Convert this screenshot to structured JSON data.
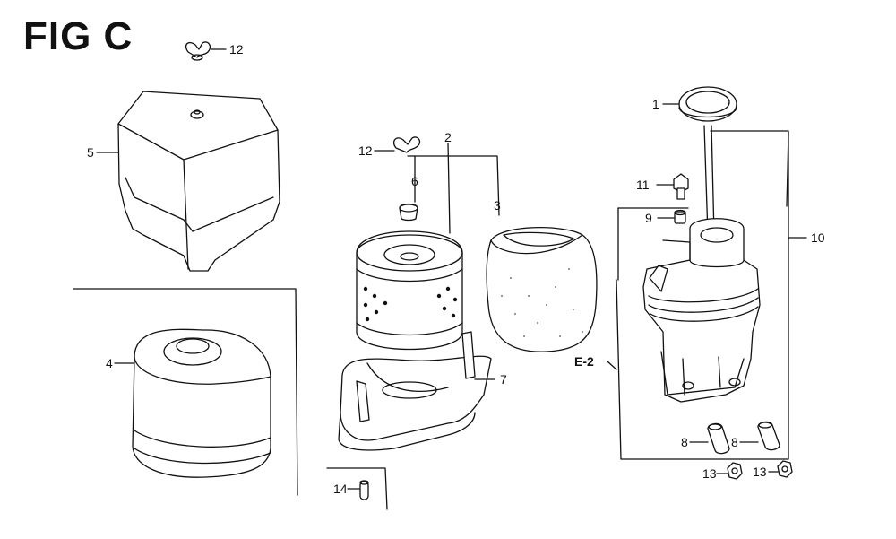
{
  "figure": {
    "title": "FIG C"
  },
  "callouts": [
    {
      "id": "12a",
      "text": "12"
    },
    {
      "id": "5",
      "text": "5"
    },
    {
      "id": "4",
      "text": "4"
    },
    {
      "id": "12b",
      "text": "12"
    },
    {
      "id": "2",
      "text": "2"
    },
    {
      "id": "6",
      "text": "6"
    },
    {
      "id": "3",
      "text": "3"
    },
    {
      "id": "7",
      "text": "7"
    },
    {
      "id": "14",
      "text": "14"
    },
    {
      "id": "1",
      "text": "1"
    },
    {
      "id": "11",
      "text": "11"
    },
    {
      "id": "9",
      "text": "9"
    },
    {
      "id": "10",
      "text": "10"
    },
    {
      "id": "E2",
      "text": "E-2"
    },
    {
      "id": "8a",
      "text": "8"
    },
    {
      "id": "8b",
      "text": "8"
    },
    {
      "id": "13a",
      "text": "13"
    },
    {
      "id": "13b",
      "text": "13"
    }
  ],
  "parts": [
    {
      "name": "wing-nut"
    },
    {
      "name": "air-cleaner-cover"
    },
    {
      "name": "outer-cover"
    },
    {
      "name": "paper-filter"
    },
    {
      "name": "foam-element"
    },
    {
      "name": "seal-grommet"
    },
    {
      "name": "filter-base"
    },
    {
      "name": "pin"
    },
    {
      "name": "gasket"
    },
    {
      "name": "breather-bolt"
    },
    {
      "name": "collar"
    },
    {
      "name": "air-cleaner-case"
    },
    {
      "name": "spacer-sleeves"
    },
    {
      "name": "flange-nuts"
    }
  ]
}
